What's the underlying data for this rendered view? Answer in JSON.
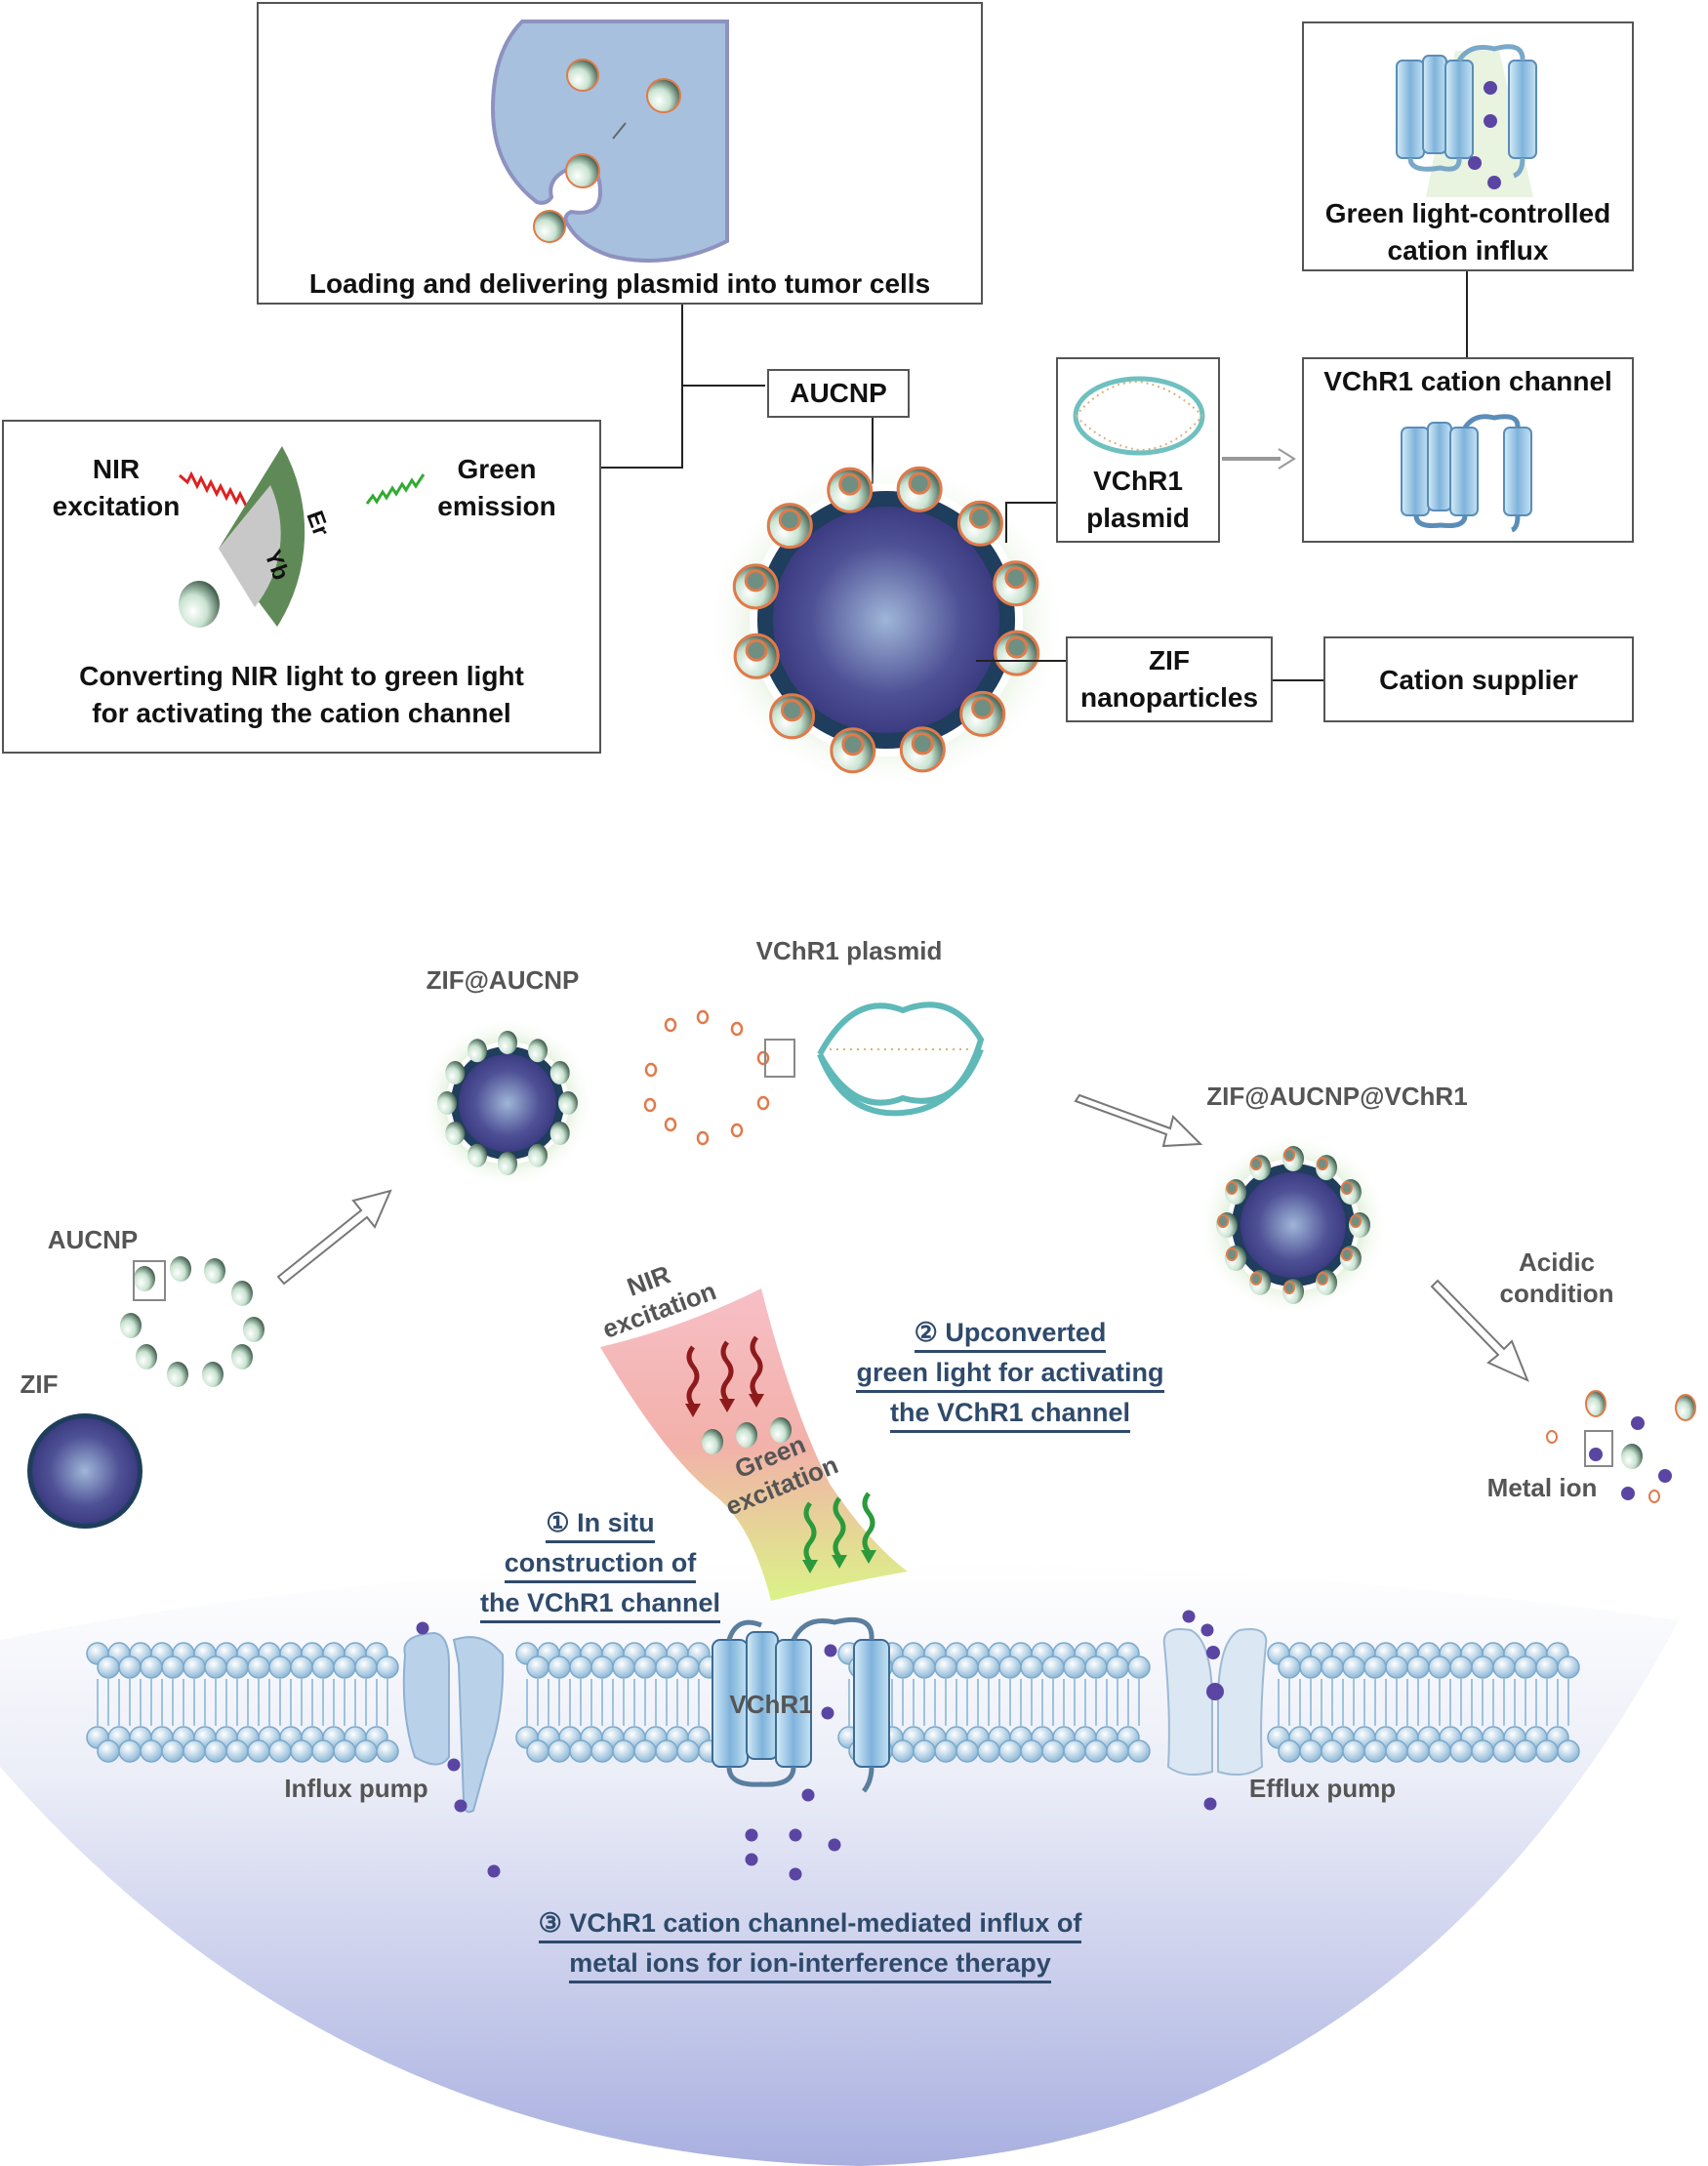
{
  "top_panel": {
    "loading_box": {
      "caption": "Loading and delivering plasmid into tumor cells"
    },
    "nir_box": {
      "nir_label_line1": "NIR",
      "nir_label_line2": "excitation",
      "green_label_line1": "Green",
      "green_label_line2": "emission",
      "sector_inner": "Yb",
      "sector_outer": "Er",
      "caption_line1": "Converting NIR light to green light",
      "caption_line2": "for activating the cation channel"
    },
    "aucnp_label": "AUCNP",
    "plasmid_box": {
      "line1": "VChR1",
      "line2": "plasmid"
    },
    "channel_box": {
      "title": "VChR1 cation channel"
    },
    "influx_box": {
      "line1": "Green light-controlled",
      "line2": "cation influx"
    },
    "zif_box": {
      "line1": "ZIF",
      "line2": "nanoparticles"
    },
    "supplier_box": {
      "label": "Cation supplier"
    }
  },
  "bottom_panel": {
    "zif_label": "ZIF",
    "aucnp_label": "AUCNP",
    "zif_aucnp_label": "ZIF@AUCNP",
    "plasmid_label": "VChR1 plasmid",
    "final_label": "ZIF@AUCNP@VChR1",
    "acidic_line1": "Acidic",
    "acidic_line2": "condition",
    "metal_ion_label": "Metal ion",
    "nir_excitation_line1": "NIR",
    "nir_excitation_line2": "excitation",
    "green_excitation_line1": "Green",
    "green_excitation_line2": "excitation",
    "step1": {
      "line1": "① In situ",
      "line2": "construction of",
      "line3": "the VChR1 channel"
    },
    "step2": {
      "line1": "② Upconverted",
      "line2": "green light for activating",
      "line3": "the VChR1 channel"
    },
    "step3": {
      "line1": "③ VChR1 cation channel-mediated influx of",
      "line2": "metal ions for ion-interference therapy"
    },
    "influx_pump_label": "Influx pump",
    "efflux_pump_label": "Efflux pump",
    "vchr1_label": "VChR1"
  },
  "colors": {
    "cell_fill": "#a9bedb",
    "core_purple": "#4a4a8f",
    "ion_purple": "#5b45a3",
    "zif_orange": "#e07a4a",
    "step_text": "#2f4a6b",
    "membrane_blue": "#9cc3df",
    "sector_green": "#5f8a57",
    "sector_gray": "#c8c8c8"
  }
}
